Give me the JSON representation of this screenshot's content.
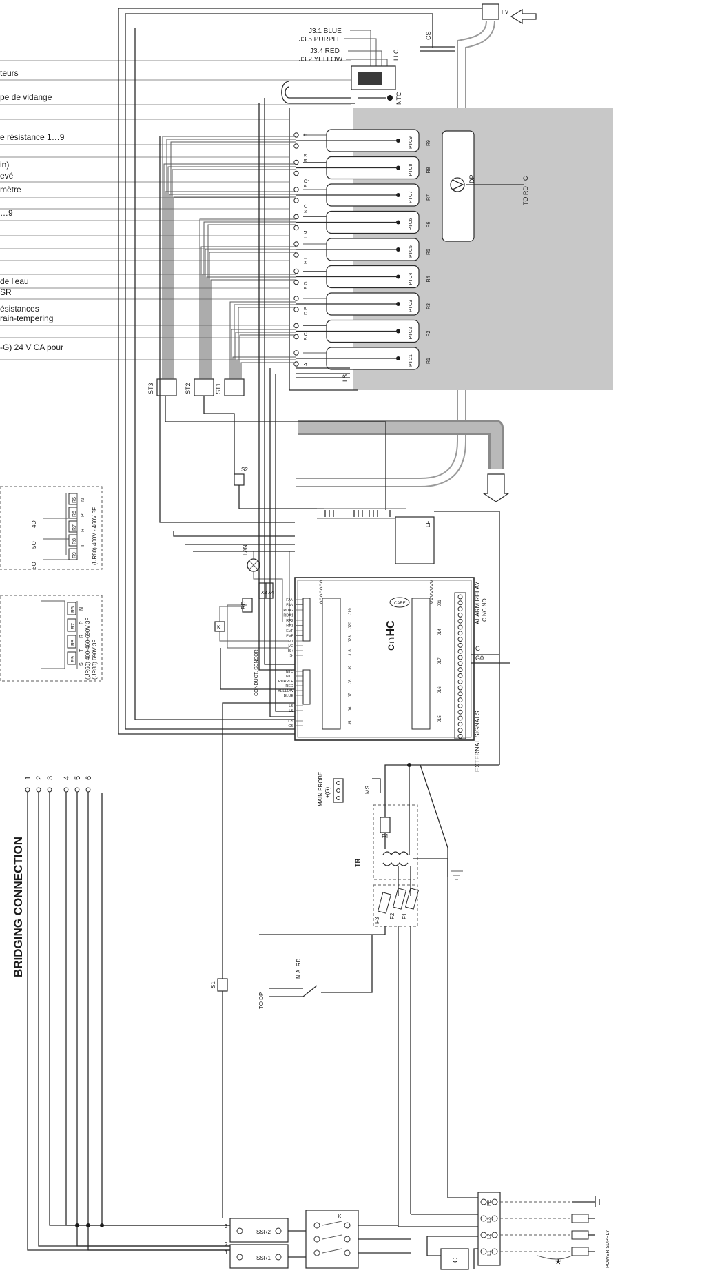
{
  "colors": {
    "cylinder": "#c8c8c8",
    "line": "#2b2b2b"
  },
  "legend": [
    "teurs",
    "pe de vidange",
    "e résistance 1…9",
    "in)",
    "evé",
    "mètre",
    "…9",
    "de l'eau",
    "SR",
    "ésistances",
    "rain-tempering",
    "-G) 24 V CA pour"
  ],
  "title": "BRIDGING CONNECTION",
  "bridge_numbers": [
    "1",
    "2",
    "3",
    "4",
    "5",
    "6"
  ],
  "top": {
    "colors_labels": [
      "J3.1 BLUE",
      "J3.5 PURPLE",
      "J3.4 RED",
      "J3.2 YELLOW"
    ],
    "llc": "LLC",
    "cs": "CS",
    "fv": "FV",
    "ntc": "NTC",
    "dp": "DP",
    "ls": "LS",
    "to_rd": "TO RD - C"
  },
  "ptc": [
    "PTC9",
    "PTC8",
    "PTC7",
    "PTC6",
    "PTC5",
    "PTC4",
    "PTC3",
    "PTC2",
    "PTC1"
  ],
  "resistors": [
    "R9",
    "R8",
    "R7",
    "R6",
    "R5",
    "R4",
    "R3",
    "R2",
    "R1"
  ],
  "terminal_letters": [
    "T",
    "R S",
    "P Q",
    "N O",
    "L M",
    "H I",
    "F G",
    "D E",
    "B C",
    "A"
  ],
  "st_labels": [
    "ST3",
    "ST2",
    "ST1"
  ],
  "mid": {
    "s2": "S2",
    "tlf": "TLF",
    "fan": "FAN",
    "rd": "RD",
    "x3": "X3",
    "x4": "X4",
    "k": "K"
  },
  "controller": {
    "brand": "CAREL",
    "name": "c∩HC",
    "left_pins": [
      "FAN",
      "FAN",
      "RDA2",
      "RDA1",
      "RA2",
      "RA1",
      "EVF",
      "EVF"
    ],
    "m_pins": [
      "M1",
      "M2",
      "IS+",
      "IS-"
    ],
    "ntc_pins": [
      "NTC",
      "NTC"
    ],
    "color_pins": [
      "PURPLE",
      "RED",
      "YELLOW",
      "BLUE"
    ],
    "cond_label": "CONDUCT. SENSOR",
    "ls_pins": [
      "LS",
      "LS"
    ],
    "cs_pins": [
      "CS",
      "CS"
    ],
    "top_connectors": [
      "J19",
      "J20",
      "J23",
      "J18",
      "J9",
      "J8",
      "J7",
      "J6",
      "J5"
    ],
    "bottom_connectors": [
      "J21",
      "J14",
      "J17",
      "J16",
      "J15"
    ],
    "alarm": "ALARM RELAY",
    "alarm_sub": "C NC NO",
    "g": "G",
    "g0": "G0",
    "external": "EXTERNAL SIGNALS"
  },
  "dashed_boxes": [
    {
      "caption": "(UR80) 400V - 460V 3F",
      "terms": [
        "4O",
        "5O",
        "6O"
      ],
      "res": [
        "R5",
        "R6",
        "R7",
        "R8",
        "R9"
      ],
      "letters": [
        "N",
        "P",
        "R",
        "T"
      ]
    },
    {
      "caption": "(UR60) 400-460-690V 3F",
      "caption2": "(UR80) 690V 3F",
      "res": [
        "R5",
        "R7",
        "R8",
        "R9"
      ],
      "letters": [
        "N",
        "P",
        "R",
        "T",
        "S"
      ]
    }
  ],
  "bottom": {
    "main_probe": "MAIN PROBE",
    "main_probe_sub": "+(G)",
    "ms": "MS",
    "tr": "TR",
    "f4": "F4",
    "fuses": [
      "F3",
      "F2",
      "F1"
    ],
    "s1": "S1",
    "to_dp": "TO DP",
    "na_rd": "N.A. RD",
    "ssr2": "SSR2",
    "ssr1": "SSR1",
    "ssr2_pins": [
      "3"
    ],
    "ssr1_pins": [
      "1",
      "2"
    ],
    "k": "K",
    "pe": "PE",
    "l3": "L3",
    "l2": "L2",
    "l1": "L1",
    "power": "POWER SUPPLY",
    "c": "C",
    "asterisk": "*"
  }
}
